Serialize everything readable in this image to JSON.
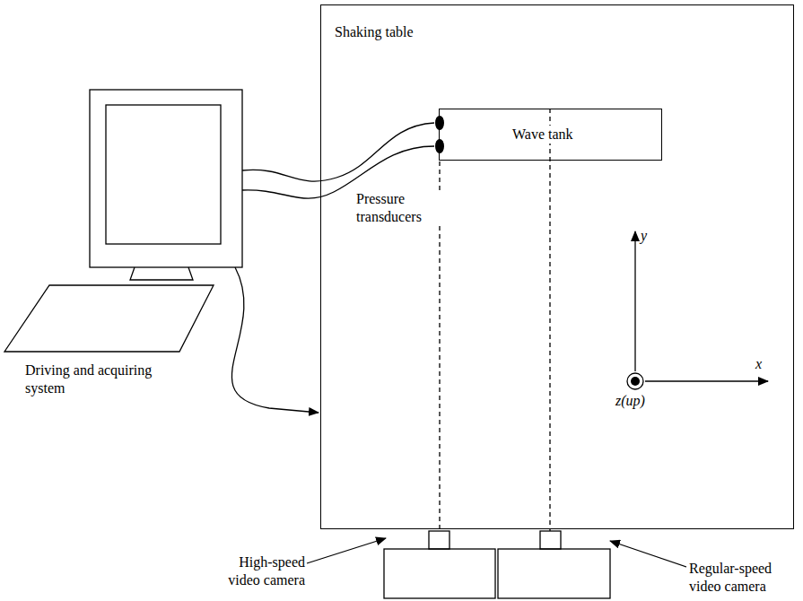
{
  "diagram": {
    "nodes": [
      {
        "text": [
          "Shaking table"
        ]
      },
      {
        "text": [
          "Wave tank"
        ],
        "in": 0
      }
    ],
    "labels": [
      "Pressure transducers",
      "Driving and acquiring system",
      "y",
      "x",
      "z(up)",
      "High-speed video camera",
      "Regular-speed video camera"
    ]
  }
}
